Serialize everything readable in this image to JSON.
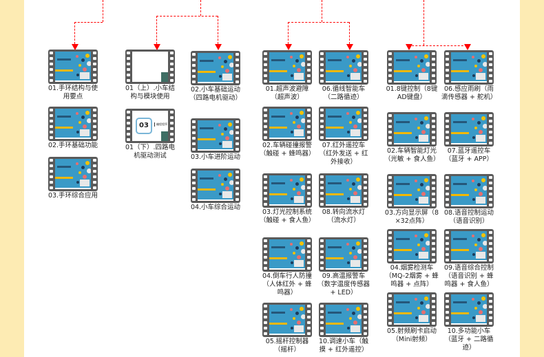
{
  "colors": {
    "connector": "#ff0000",
    "background": "#fdebb3",
    "slide": "#3a9ac7"
  },
  "groups": [
    {
      "items": [
        {
          "label": "01.手环结构与使用要点"
        },
        {
          "label": "02.手环基础功能"
        },
        {
          "label": "03.手环综合应用"
        }
      ]
    },
    {
      "items": [
        {
          "label": "01（上）.小车结构与模块使用"
        },
        {
          "label": "01（下）.四路电机驱动测试",
          "slide_number": "03",
          "slide_title": "编程程序"
        },
        {
          "label": "02.小车基础运动（四路电机驱动）"
        },
        {
          "label": "03.小车进阶运动"
        },
        {
          "label": "04.小车综合运动"
        }
      ]
    },
    {
      "items": [
        {
          "label": "01.超声波避障（超声波）"
        },
        {
          "label": "02.车辆碰撞报警（触碰 + 蜂鸣器）"
        },
        {
          "label": "03.灯光控制系统（触碰 + 食人鱼）"
        },
        {
          "label": "04.倒车行人防撞（人体红外 + 蜂鸣器）"
        },
        {
          "label": "05.摇杆控制器（摇杆）"
        },
        {
          "label": "06.循线智能车（二路循迹）"
        },
        {
          "label": "07.红外遥控车（红外发送 + 红外接收）"
        },
        {
          "label": "08.转向流水灯（流水灯）"
        },
        {
          "label": "09.高温报警车（数字温度传感器 + LED）"
        },
        {
          "label": "10.调速小车（触摸 + 红外遥控）"
        }
      ]
    },
    {
      "items": [
        {
          "label": "01.8键控制（8键AD键盘）"
        },
        {
          "label": "02.车辆智能灯光（光敏 + 食人鱼）"
        },
        {
          "label": "03.方向显示屏（8×32点阵）"
        },
        {
          "label": "04.烟雾检测车（MQ-2烟雾 + 蜂鸣器 + 点阵）"
        },
        {
          "label": "05.射频刷卡启动（Mini射频）"
        },
        {
          "label": "06.感应雨刷（雨滴传感器 + 舵机）"
        },
        {
          "label": "07.蓝牙遥控车（蓝牙 + APP）"
        },
        {
          "label": "08.语音控制运动（语音识别）"
        },
        {
          "label": "09.语音综合控制（语音识别 + 蜂鸣器 + 食人鱼）"
        },
        {
          "label": "10.多功能小车（蓝牙 + 二路循迹）"
        }
      ]
    }
  ]
}
